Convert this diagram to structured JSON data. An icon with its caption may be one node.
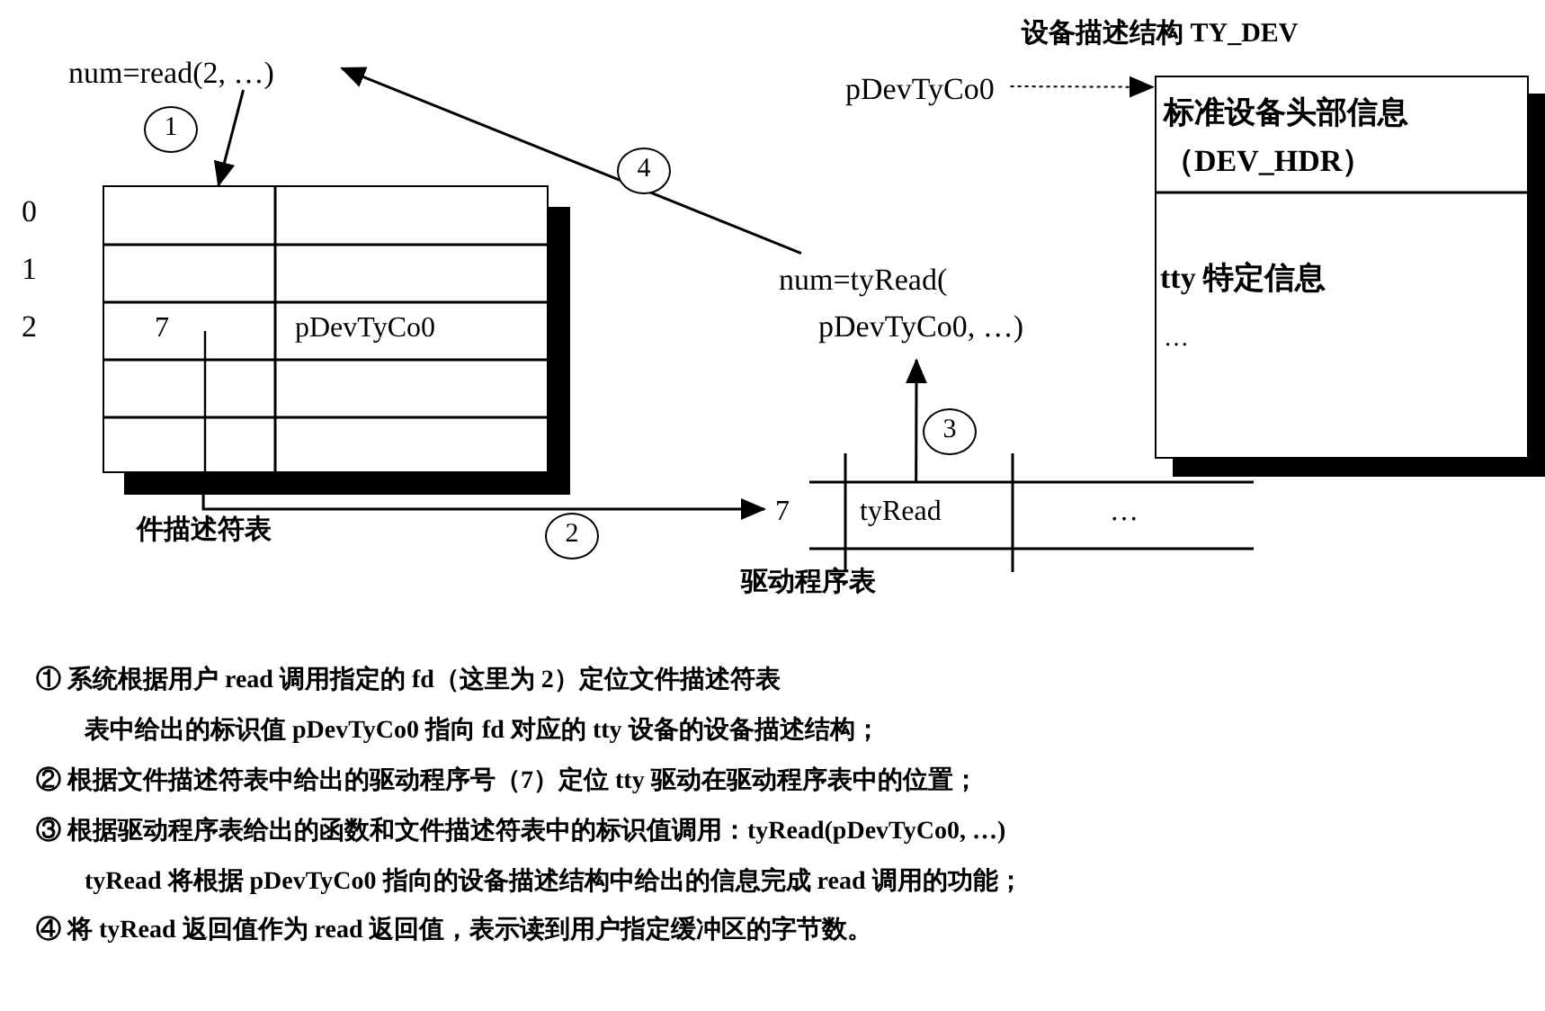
{
  "diagram": {
    "nodes": [
      {
        "text": [
          "num=read(2, …)"
        ]
      },
      {
        "text": [
          "7",
          "pDevTyCo0"
        ],
        "beside": [
          "件描述符表"
        ]
      },
      {
        "text": [
          "num=tyRead( pDevTyCo0, …)"
        ]
      },
      {
        "text": [
          "7",
          "tyRead",
          "…"
        ],
        "beside": [
          "驱动程序表"
        ]
      },
      {
        "text": [
          "pDevTyCo0"
        ]
      },
      {
        "text": [
          "设备描述结构 TY_DEV",
          "标准设备头部信息（DEV_HDR）",
          "tty 特定信息",
          "…"
        ]
      }
    ],
    "edges": [
      {
        "from": 0,
        "to": 1,
        "arrow": "to",
        "label": "1"
      },
      {
        "from": 1,
        "to": 3,
        "arrow": "to",
        "label": "2"
      },
      {
        "from": 3,
        "to": 2,
        "arrow": "to",
        "label": "3"
      },
      {
        "from": 2,
        "to": 0,
        "arrow": "to",
        "label": "4"
      },
      {
        "from": 4,
        "to": 5,
        "arrow": "to",
        "style": "dashed"
      }
    ],
    "labels": [
      "0",
      "1",
      "2",
      "① 系统根据用户 read 调用指定的 fd（这里为 2）定位文件描述符表",
      "表中给出的标识值 pDevTyCo0 指向 fd 对应的 tty 设备的设备描述结构；",
      "② 根据文件描述符表中给出的驱动程序号（7）定位 tty 驱动在驱动程序表中的位置；",
      "③ 根据驱动程序表给出的函数和文件描述符表中的标识值调用：tyRead(pDevTyCo0, …)",
      "tyRead 将根据 pDevTyCo0 指向的设备描述结构中给出的信息完成 read 调用的功能；",
      "④ 将 tyRead 返回值作为 read 返回值，表示读到用户指定缓冲区的字节数。"
    ]
  }
}
